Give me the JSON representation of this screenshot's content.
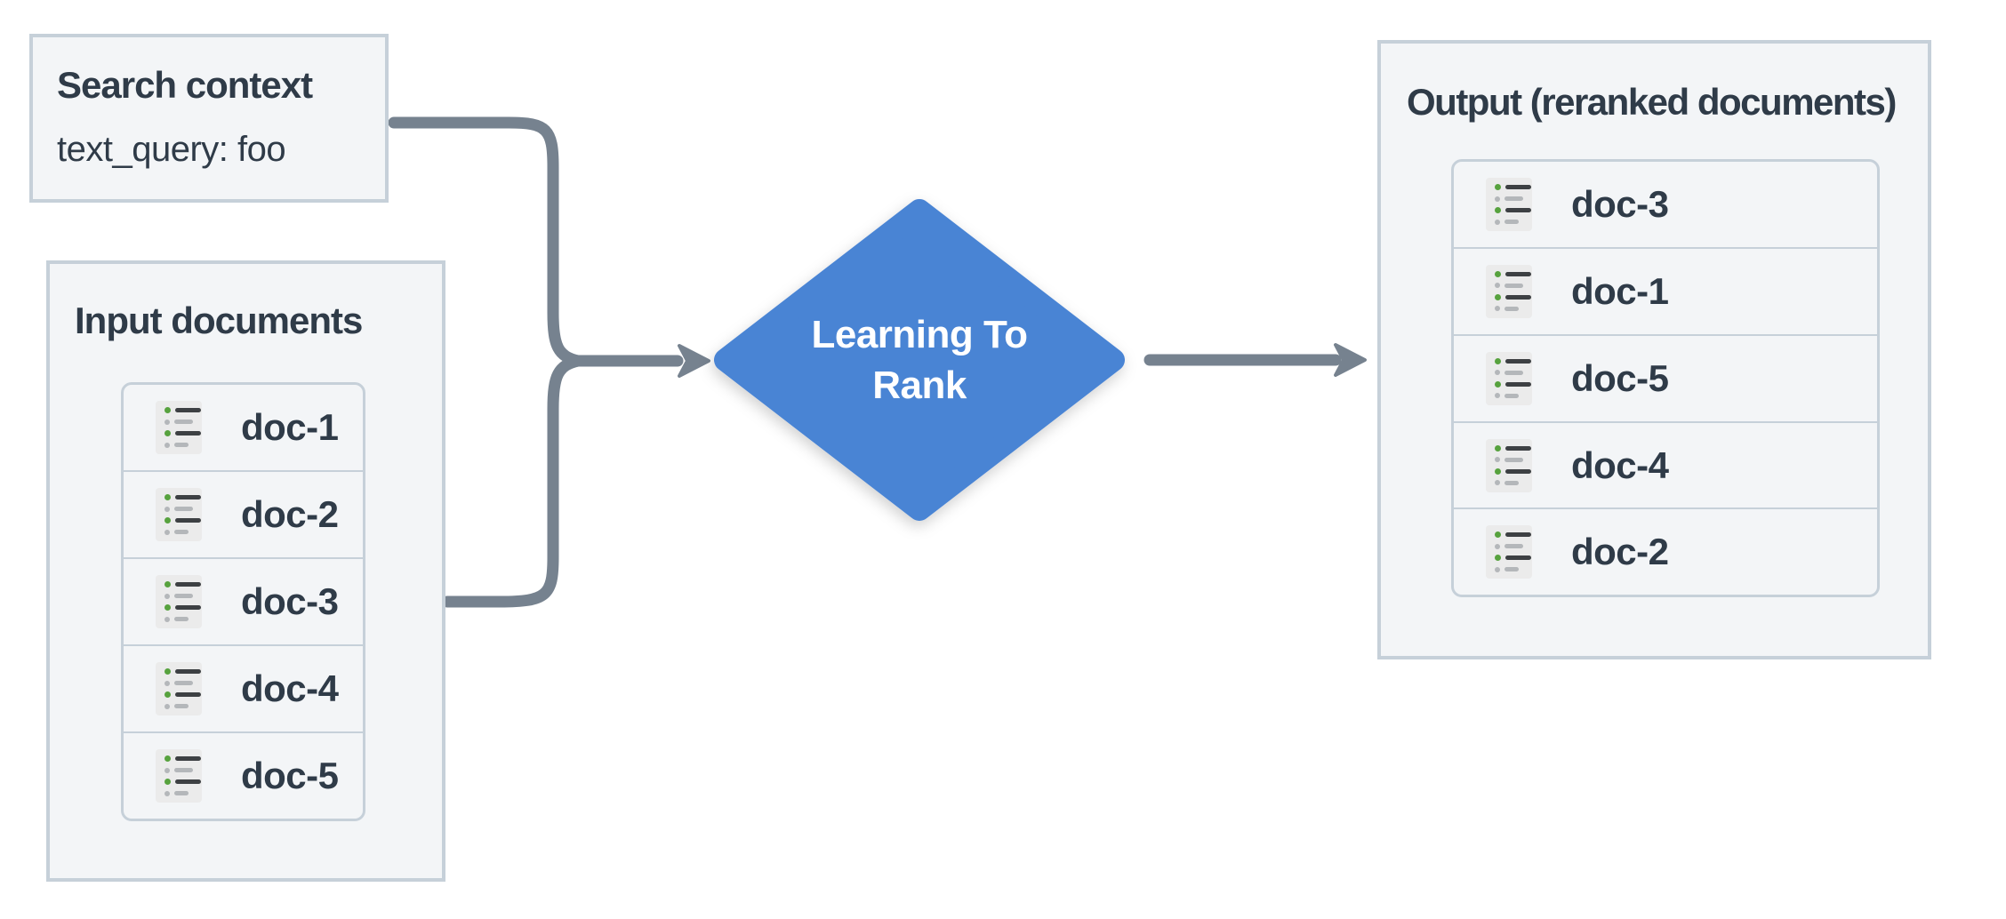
{
  "colors": {
    "diamond": "#4A84D4",
    "diamond_text": "#FFFFFF",
    "arrow": "#76828F",
    "border": "#C6D0D9",
    "box_bg": "#F3F5F7",
    "text": "#2F3B48",
    "icon_bg": "#EBEBEB",
    "icon_green": "#57A23E",
    "icon_gray": "#B4B7BA",
    "icon_dark": "#3D4043"
  },
  "search_context_box": {
    "title": "Search context",
    "query_line": "text_query: foo"
  },
  "input_box": {
    "title": "Input documents",
    "items": [
      {
        "label": "doc-1"
      },
      {
        "label": "doc-2"
      },
      {
        "label": "doc-3"
      },
      {
        "label": "doc-4"
      },
      {
        "label": "doc-5"
      }
    ]
  },
  "process_node": {
    "label": "Learning To Rank"
  },
  "output_box": {
    "title": "Output (reranked documents)",
    "items": [
      {
        "label": "doc-3"
      },
      {
        "label": "doc-1"
      },
      {
        "label": "doc-5"
      },
      {
        "label": "doc-4"
      },
      {
        "label": "doc-2"
      }
    ]
  }
}
